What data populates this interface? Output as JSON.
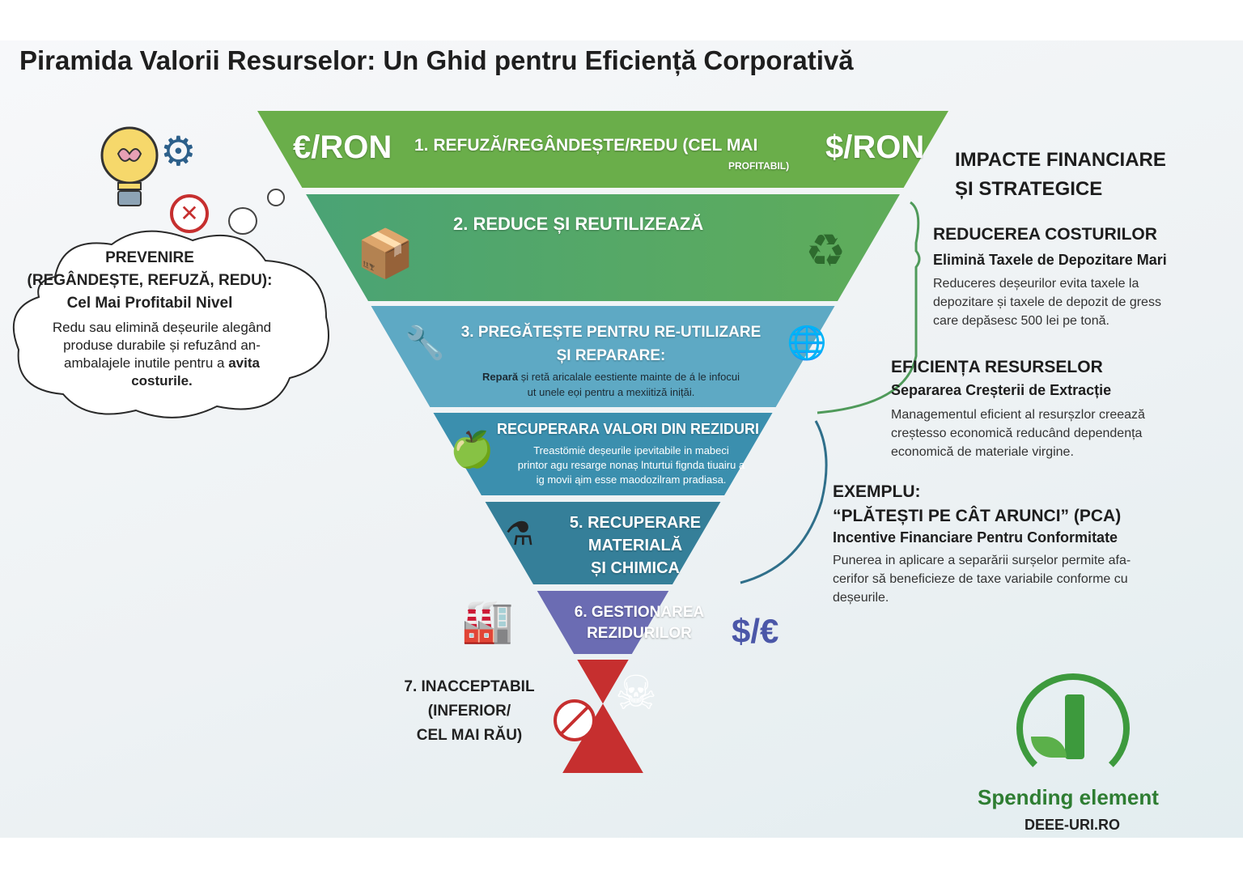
{
  "title": "Piramida Valorii Resurselor: Un Ghid pentru Eficiență Corporativă",
  "colors": {
    "tier1": "#6aae4a",
    "tier2": "#4fa67a",
    "tier3": "#5ea9c4",
    "tier4": "#3b8fae",
    "tier5": "#357f99",
    "tier6": "#6b6cb3",
    "tier7": "#c62f2f"
  },
  "pyramid": {
    "tier1": {
      "left_symbol": "€/RON",
      "label": "1. REFUZĂ/REGÂNDEȘTE/REDU (CEL MAI",
      "label2": "PROFITABIL)",
      "right_symbol": "$/RON"
    },
    "tier2": {
      "label": "2. REDUCE ȘI REUTILIZEAZĂ",
      "icon_left": "box-icon",
      "icon_right": "recycle-bag-icon"
    },
    "tier3": {
      "label": "3. PREGĂTEȘTE PENTRU RE-UTILIZARE",
      "label2": "ȘI REPARARE:",
      "desc_bold": "Repară",
      "desc": " și retă aricalale eestiente mainte de á le infocui",
      "desc2": "ut unele eọi pentru a mexiitiză inițăi."
    },
    "tier4": {
      "label": "RECUPERARA VALORI DIN REZIDURI",
      "desc": "Treastömiė deșeurile ipevitabile in mabeci",
      "desc2": "printor agu resarge nonaș lnturtui fignda tiuairu a",
      "desc3": "ig movii ąim esse maodozilram pradiasa."
    },
    "tier5": {
      "label": "5. RECUPERARE",
      "label2": "MATERIALĂ",
      "label3": "ȘI CHIMICA"
    },
    "tier6": {
      "label": "6. GESTIONAREA",
      "label2": "REZIDURILOR",
      "side_symbol": "$/€"
    },
    "tier7": {
      "label": "7. INACCEPTABIL",
      "label2": "(INFERIOR/",
      "label3": "CEL MAI RĂU)"
    }
  },
  "prevention": {
    "h1": "PREVENIRE",
    "h2": "(REGÂNDEȘTE, REFUZĂ, REDU):",
    "h3": "Cel Mai Profitabil Nivel",
    "p1": "Redu sau elimină deșeurile alegând",
    "p2": "produse durabile și refuzând an-",
    "p3": "ambalajele inutile pentru a",
    "p3b": "avita",
    "p4": "costurile."
  },
  "impacts": {
    "heading1": "IMPACTE FINANCIARE",
    "heading2": "ȘI STRATEGICE",
    "s1": {
      "title": "REDUCEREA COSTURILOR",
      "subtitle": "Elimină Taxele de Depozitare Mari",
      "lines": [
        "Reduceres deșeurilor evita taxele la",
        "depozitare și taxele de depozit de gress",
        "care depăsesc 500 lei pe tonă."
      ]
    },
    "s2": {
      "title": "EFICIENȚA RESURSELOR",
      "subtitle": "Separarea Creșterii de Extracție",
      "lines": [
        "Managementul eficient al resurșzlor creează",
        "creștesso economică reducând dependența",
        "economică de materiale virgine."
      ]
    },
    "s3": {
      "title": "EXEMPLU:",
      "title2": "“PLĂTEȘTI PE CÂT ARUNCI” (PCA)",
      "subtitle": "Incentive Financiare Pentru Conformitate",
      "lines": [
        "Punerea in aplicare a separării surșelor permite afa-",
        "cerifor să beneficieze de taxe variabile conforme cu",
        "deșeurile."
      ]
    }
  },
  "logo": {
    "name": "Spending element",
    "site": "DEEE-URI.RO"
  }
}
